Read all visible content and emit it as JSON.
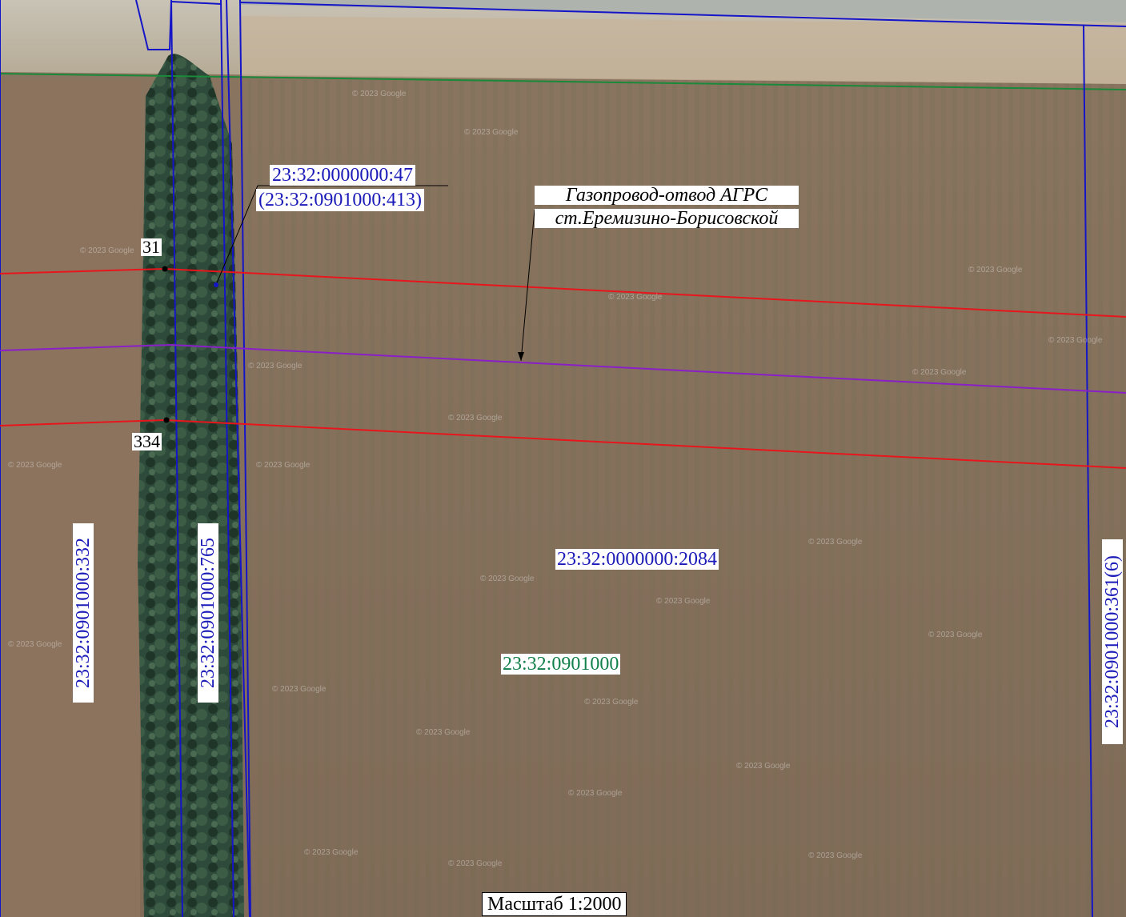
{
  "map": {
    "parcels": {
      "parcel_47_number": "23:32:0000000:47",
      "parcel_47_old": "(23:32:0901000:413)",
      "parcel_2084": "23:32:0000000:2084",
      "quarter": "23:32:0901000",
      "parcel_332": "23:32:0901000:332",
      "parcel_765": "23:32:0901000:765",
      "parcel_361": "23:32:0901000:361(6)"
    },
    "points": {
      "p31": "31",
      "p334": "334"
    },
    "pipeline": {
      "line1": "Газопровод-отвод АГРС",
      "line2": "ст.Еремизино-Борисовской"
    },
    "scale": "Масштаб 1:2000",
    "watermark": "© 2023 Google",
    "colors": {
      "boundary": "#1515c8",
      "protection_zone": "#e8161c",
      "pipeline": "#8a1fc8",
      "quarter_line": "#1a8a3a"
    }
  }
}
